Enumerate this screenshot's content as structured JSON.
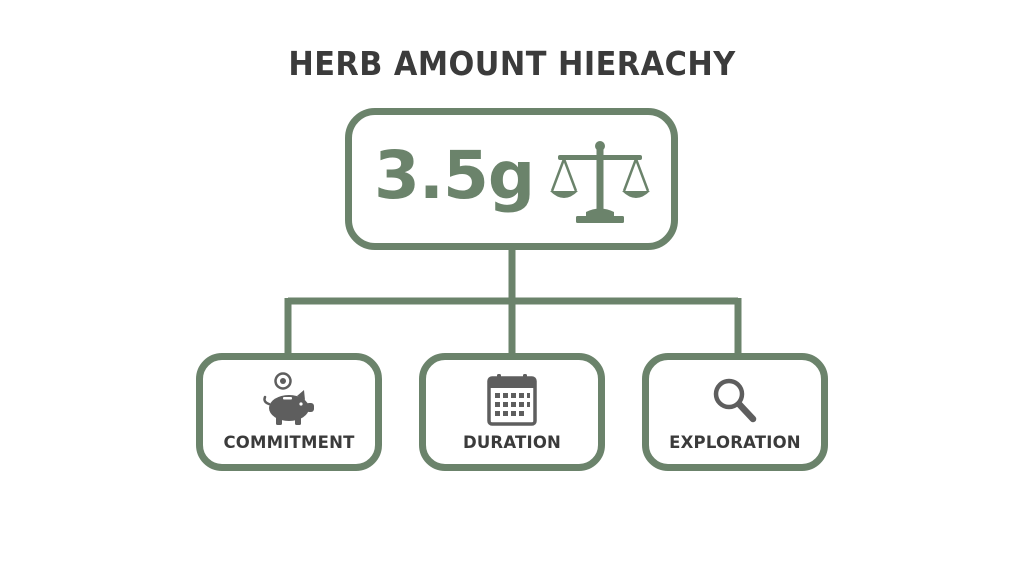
{
  "title": "HERB AMOUNT HIERACHY",
  "root": {
    "label": "3.5g",
    "icon": "balance-scale-icon"
  },
  "children": [
    {
      "label": "COMMITMENT",
      "icon": "piggy-bank-icon"
    },
    {
      "label": "DURATION",
      "icon": "calendar-icon"
    },
    {
      "label": "EXPLORATION",
      "icon": "magnifying-glass-icon"
    }
  ],
  "colors": {
    "accent": "#6b836b",
    "text": "#3b3b3b",
    "background": "#ffffff"
  }
}
